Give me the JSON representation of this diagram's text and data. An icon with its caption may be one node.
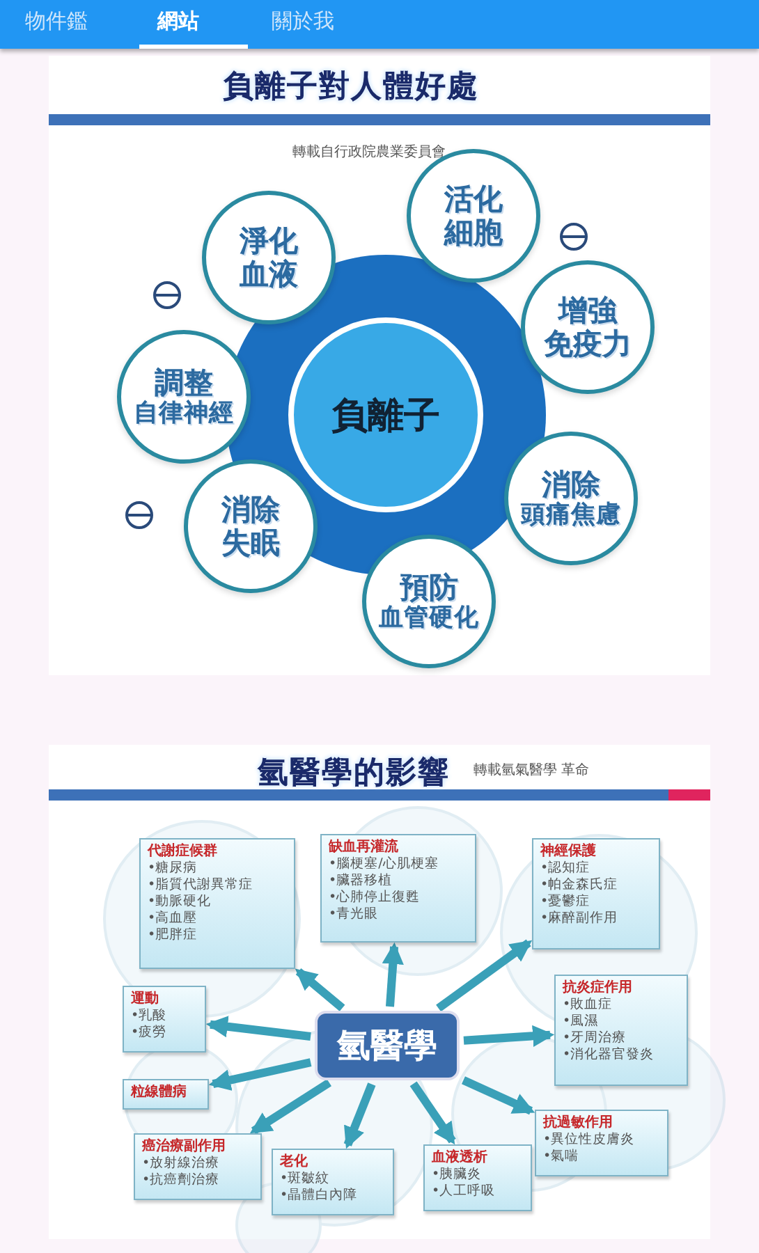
{
  "diagram": {
    "title": "負離子對人體好處",
    "nodes": [
      {
        "text": [
          "負離子"
        ]
      },
      {
        "text": [
          "淨化",
          "血液"
        ]
      },
      {
        "text": [
          "活化",
          "細胞"
        ]
      },
      {
        "text": [
          "增強",
          "免疫力"
        ]
      },
      {
        "text": [
          "調整",
          "自律神經"
        ]
      },
      {
        "text": [
          "消除",
          "頭痛焦慮"
        ]
      },
      {
        "text": [
          "消除",
          "失眠"
        ]
      },
      {
        "text": [
          "預防",
          "血管硬化"
        ]
      },
      {
        "text": [
          "氫醫學"
        ]
      },
      {
        "text": [
          "代謝症候群",
          "•糖尿病",
          "•脂質代謝異常症",
          "•動脈硬化",
          "•高血壓",
          "•肥胖症"
        ]
      },
      {
        "text": [
          "缺血再灌流",
          "•腦梗塞/心肌梗塞",
          "•臟器移植",
          "•心肺停止復甦",
          "•青光眼"
        ]
      },
      {
        "text": [
          "神經保護",
          "•認知症",
          "•帕金森氏症",
          "•憂鬱症",
          "•麻醉副作用"
        ]
      },
      {
        "text": [
          "抗炎症作用",
          "•敗血症",
          "•風濕",
          "•牙周治療",
          "•消化器官發炎"
        ]
      },
      {
        "text": [
          "抗過敏作用",
          "•異位性皮膚炎",
          "•氣喘"
        ]
      },
      {
        "text": [
          "血液透析",
          "•胰臟炎",
          "•人工呼吸"
        ]
      },
      {
        "text": [
          "老化",
          "•斑皺紋",
          "•晶體白內障"
        ]
      },
      {
        "text": [
          "癌治療副作用",
          "•放射線治療",
          "•抗癌劑治療"
        ]
      },
      {
        "text": [
          "粒線體病"
        ]
      },
      {
        "text": [
          "運動",
          "•乳酸",
          "•疲勞"
        ]
      }
    ],
    "edges": [
      {
        "from": 8,
        "to": 9,
        "arrow": "to"
      },
      {
        "from": 8,
        "to": 10,
        "arrow": "to"
      },
      {
        "from": 8,
        "to": 11,
        "arrow": "to"
      },
      {
        "from": 8,
        "to": 12,
        "arrow": "to"
      },
      {
        "from": 8,
        "to": 13,
        "arrow": "to"
      },
      {
        "from": 8,
        "to": 14,
        "arrow": "to"
      },
      {
        "from": 8,
        "to": 15,
        "arrow": "to"
      },
      {
        "from": 8,
        "to": 16,
        "arrow": "to"
      },
      {
        "from": 8,
        "to": 17,
        "arrow": "to"
      },
      {
        "from": 8,
        "to": 18,
        "arrow": "to"
      }
    ],
    "labels": [
      "物件鑑",
      "網站",
      "關於我",
      "轉載自行政院農業委員會",
      "氫醫學的影響",
      "轉載氫氣醫學 革命"
    ]
  }
}
